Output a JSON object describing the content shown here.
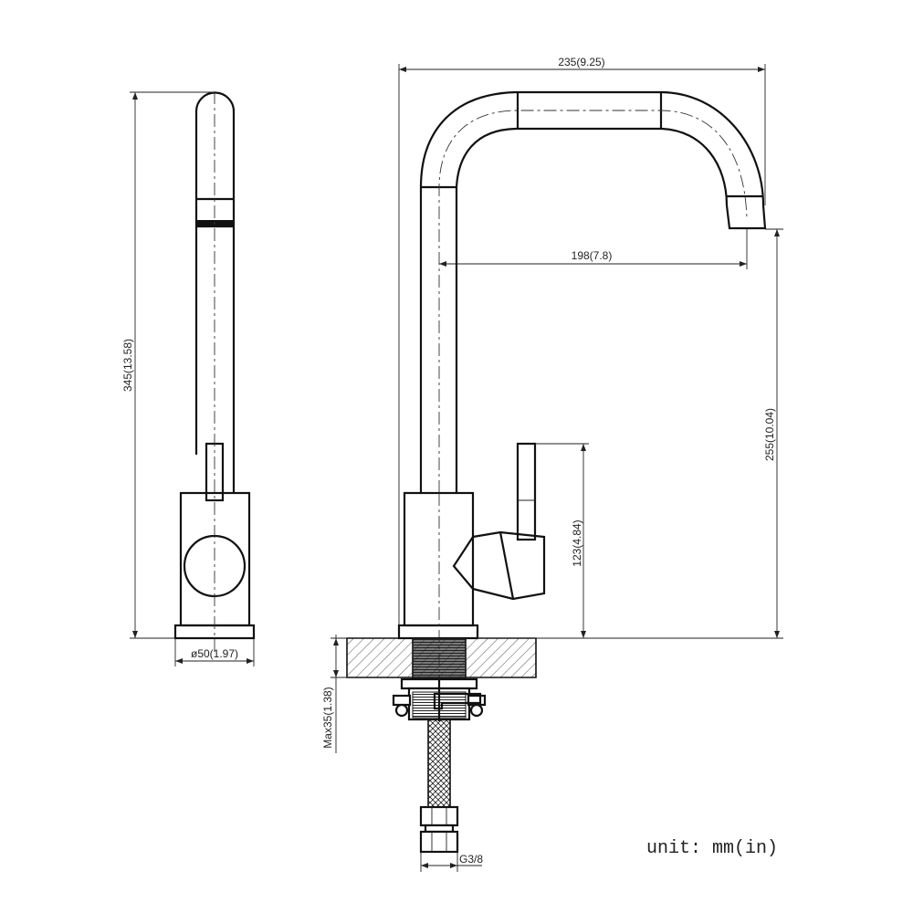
{
  "dimensions": {
    "overall_width": "235(9.25)",
    "spout_reach": "198(7.8)",
    "overall_height": "345(13.58)",
    "spout_height": "255(10.04)",
    "handle_height": "123(4.84)",
    "base_diameter": "ø50(1.97)",
    "max_deck_thickness": "Max35(1.38)",
    "connection_thread": "G3/8"
  },
  "unit_note": "unit: mm(in)",
  "colors": {
    "line": "#111111",
    "background": "#ffffff",
    "hatch": "#555555"
  }
}
